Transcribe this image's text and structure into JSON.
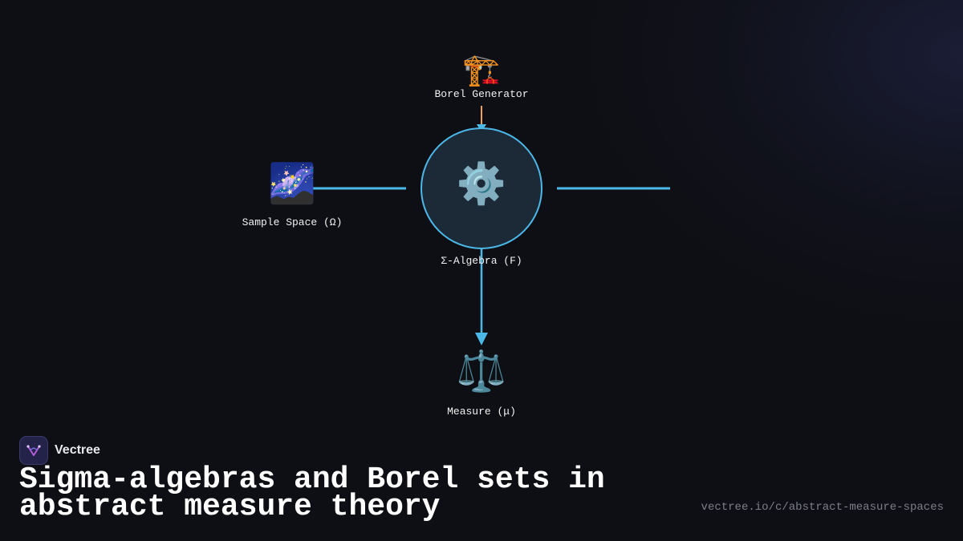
{
  "diagram": {
    "nodes": {
      "generator": {
        "label": "Borel Generator",
        "icon": "construction-crane-icon",
        "glyph": "🏗️"
      },
      "sample_space": {
        "label": "Sample Space (Ω)",
        "icon": "milky-way-icon",
        "glyph": "🌌"
      },
      "sigma_algebra": {
        "label": "Σ-Algebra (F)",
        "icon": "gear-icon",
        "glyph": "⚙️"
      },
      "measure": {
        "label": "Measure (μ)",
        "icon": "balance-scale-icon",
        "glyph": "⚖️"
      }
    },
    "colors": {
      "edge": "#4cb8e8",
      "generator_edge": "#f0a050",
      "center_fill": "#1c2a38",
      "center_stroke": "#4cb8e8"
    }
  },
  "brand": {
    "name": "Vectree"
  },
  "title": "Sigma-algebras and Borel sets in abstract measure theory",
  "url": "vectree.io/c/abstract-measure-spaces"
}
